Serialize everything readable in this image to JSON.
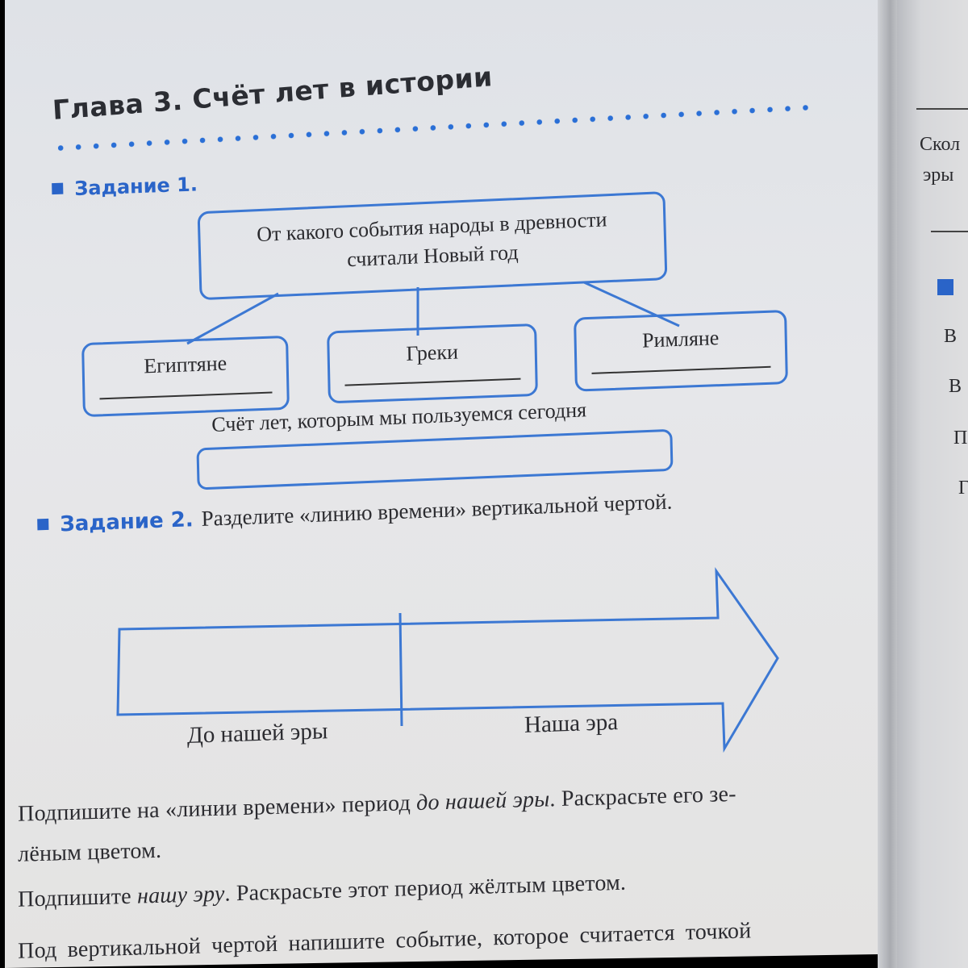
{
  "chapter": {
    "title": "Глава 3. Счёт лет в истории"
  },
  "task1": {
    "heading": "Задание 1.",
    "question_line1": "От какого события народы в древности",
    "question_line2": "считали Новый год",
    "peoples": [
      {
        "label": "Египтяне",
        "answer": ""
      },
      {
        "label": "Греки",
        "answer": ""
      },
      {
        "label": "Римляне",
        "answer": ""
      }
    ],
    "today_label": "Счёт лет, которым мы пользуемся сегодня",
    "today_answer": ""
  },
  "task2": {
    "heading": "Задание 2.",
    "instruction": "Разделите «линию времени» вертикальной чертой.",
    "era_bc": "До нашей эры",
    "era_ad": "Наша эра",
    "accent_color": "#3c78d3"
  },
  "paragraphs": {
    "p1_a": "Подпишите на «линии времени» период ",
    "p1_i": "до нашей эры",
    "p1_b": ". Раскрасьте его зе-",
    "p1_c": "лёным цветом.",
    "p2_a": "Подпишите ",
    "p2_i": "нашу эру",
    "p2_b": ". Раскрасьте этот период жёлтым цветом.",
    "p3": "Под вертикальной чертой напишите событие, которое считается точкой"
  },
  "next_page": {
    "line1": "Скол",
    "line2": "эры",
    "l1": "В",
    "l2": "В",
    "l3": "П",
    "l4": "Г"
  }
}
